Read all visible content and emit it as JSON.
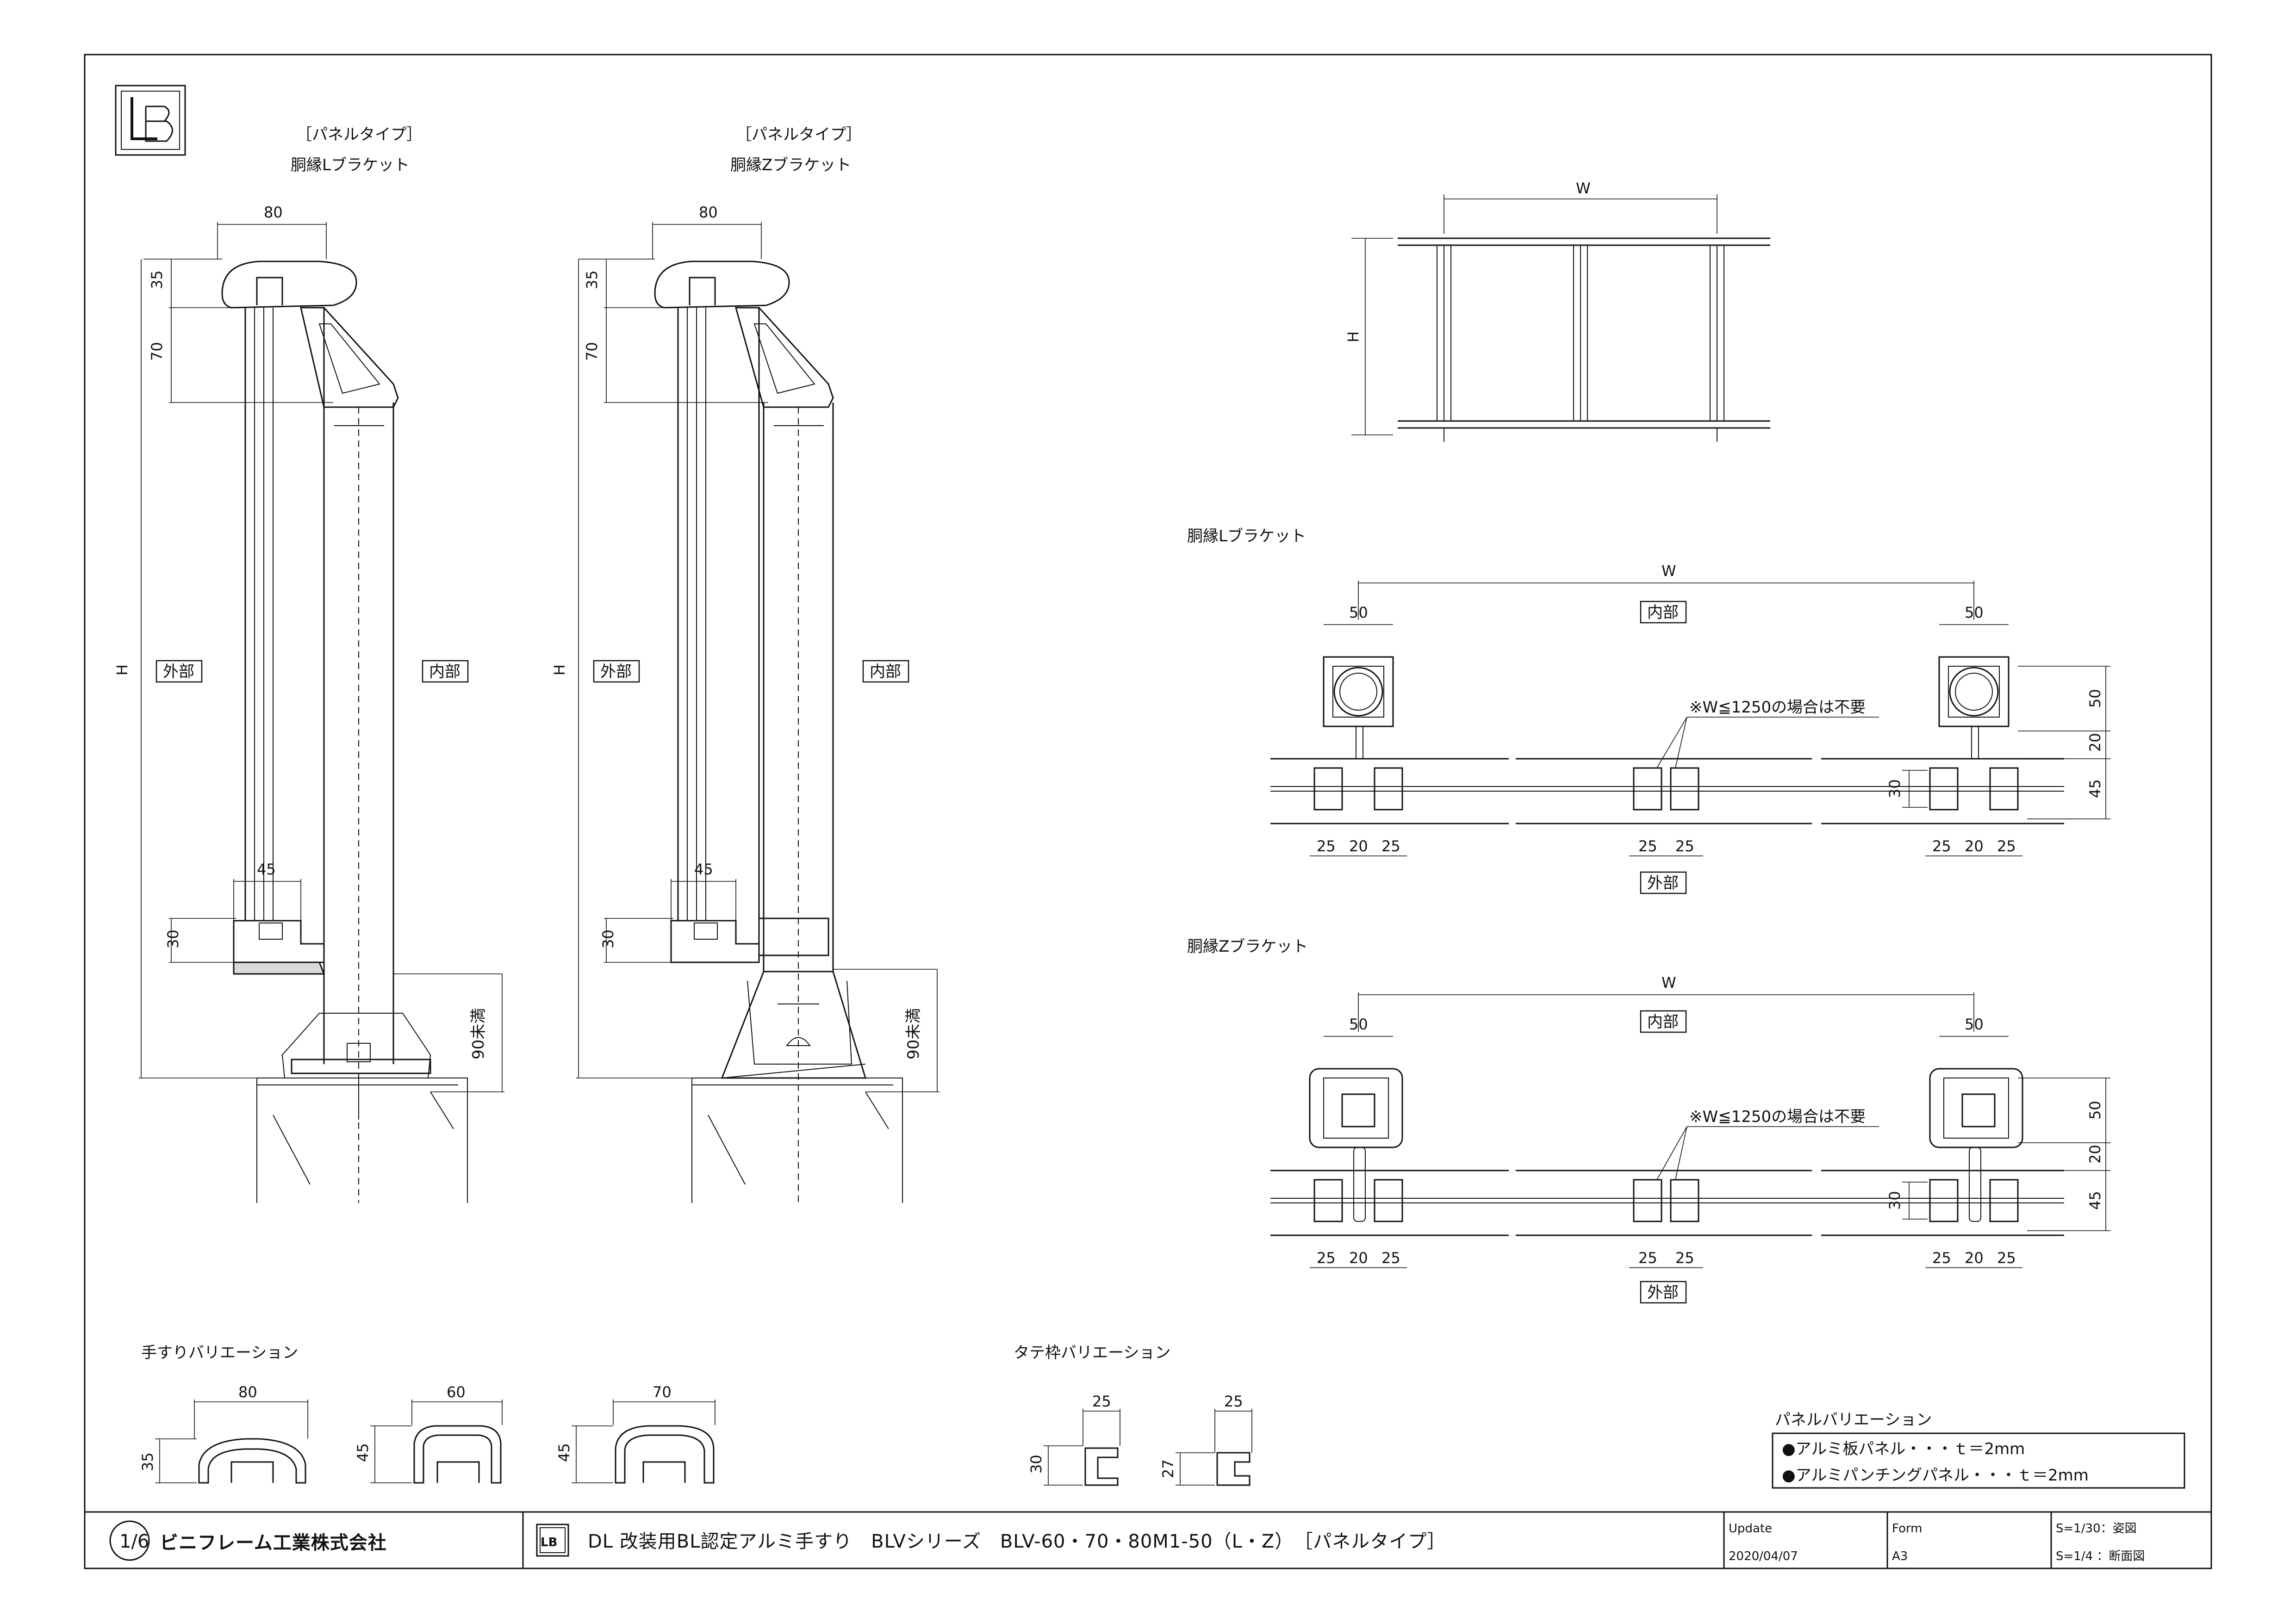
{
  "section_titles": {
    "view1_tag": "［パネルタイプ］",
    "view1_name": "胴縁Lブラケット",
    "view2_tag": "［パネルタイプ］",
    "view2_name": "胴縁Zブラケット",
    "plan_l": "胴縁Lブラケット",
    "plan_z": "胴縁Zブラケット",
    "handrail_variation": "手すりバリエーション",
    "post_variation": "タテ枠バリエーション",
    "panel_variation": "パネルバリエーション"
  },
  "labels": {
    "outside": "外部",
    "inside": "内部",
    "note": "※W≦1250の場合は不要",
    "under90": "90未満",
    "H": "H",
    "W": "W"
  },
  "dims": {
    "d80": "80",
    "d35": "35",
    "d70": "70",
    "d45": "45",
    "d30": "30",
    "d50": "50",
    "d20": "20",
    "d25": "25",
    "d60": "60",
    "d27": "27"
  },
  "panel_options": [
    "●アルミ板パネル・・・ｔ＝2mm",
    "●アルミパンチングパネル・・・ｔ＝2mm"
  ],
  "title_block": {
    "company": "ビニフレーム工業株式会社",
    "company_logo": "1/6",
    "brand_logo": "LB",
    "drawing_title": "DL 改装用BL認定アルミ手すり　BLVシリーズ　BLV-60・70・80M1-50（L・Z）　［パネルタイプ］",
    "update_label": "Update",
    "update_value": "2020/04/07",
    "form_label": "Form",
    "form_value": "A3",
    "scale1": "S=1/30：姿図",
    "scale2": "S=1/4 ：断面図"
  }
}
